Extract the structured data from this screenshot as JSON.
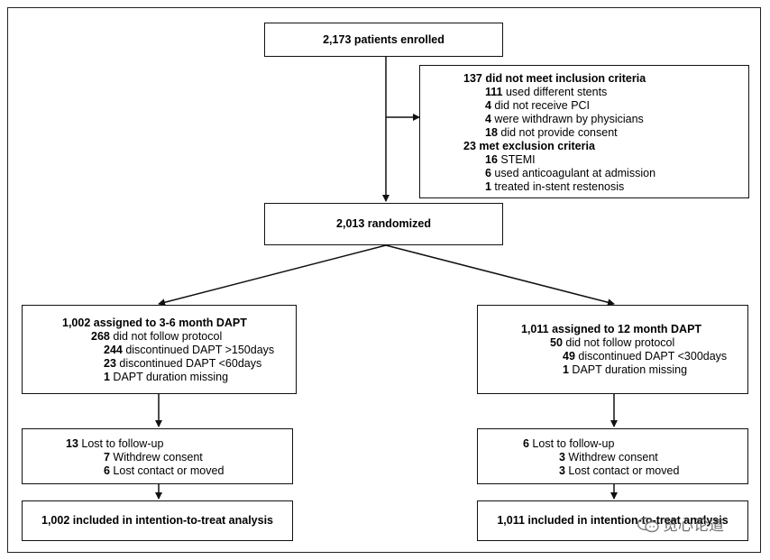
{
  "enrolled": "2,173 patients enrolled",
  "excluded": {
    "header_count": "137",
    "header_text": " did not meet inclusion criteria",
    "inclusion_items": [
      {
        "count": "111",
        "text": " used different stents"
      },
      {
        "count": "4",
        "text": " did not receive PCI"
      },
      {
        "count": "4",
        "text": " were withdrawn by physicians"
      },
      {
        "count": "18",
        "text": " did not provide consent"
      }
    ],
    "exclusion_header_count": "23",
    "exclusion_header_text": " met exclusion criteria",
    "exclusion_items": [
      {
        "count": "16",
        "text": " STEMI"
      },
      {
        "count": "6",
        "text": " used anticoagulant at admission"
      },
      {
        "count": "1",
        "text": " treated in-stent restenosis"
      }
    ]
  },
  "randomized": "2,013 randomized",
  "left_arm": {
    "assigned": "1,002 assigned to 3-6 month DAPT",
    "protocol_count": "268",
    "protocol_text": " did not follow protocol",
    "protocol_items": [
      {
        "count": "244",
        "text": " discontinued DAPT >150days"
      },
      {
        "count": "23",
        "text": "  discontinued DAPT <60days"
      },
      {
        "count": "1",
        "text": " DAPT duration missing"
      }
    ],
    "lost_count": "13",
    "lost_text": " Lost to follow-up",
    "lost_items": [
      {
        "count": "7",
        "text": " Withdrew consent"
      },
      {
        "count": "6",
        "text": " Lost contact or moved"
      }
    ],
    "itt": "1,002 included in intention-to-treat analysis"
  },
  "right_arm": {
    "assigned": "1,011 assigned to 12 month DAPT",
    "protocol_count": "50",
    "protocol_text": " did not follow protocol",
    "protocol_items": [
      {
        "count": "49",
        "text": " discontinued DAPT <300days"
      },
      {
        "count": "1",
        "text": " DAPT duration missing"
      }
    ],
    "lost_count": "6",
    "lost_text": " Lost to follow-up",
    "lost_items": [
      {
        "count": "3",
        "text": " Withdrew consent"
      },
      {
        "count": "3",
        "text": " Lost contact or moved"
      }
    ],
    "itt": "1,011 included in intention-to-treat analysis"
  },
  "watermark": "览心论道"
}
